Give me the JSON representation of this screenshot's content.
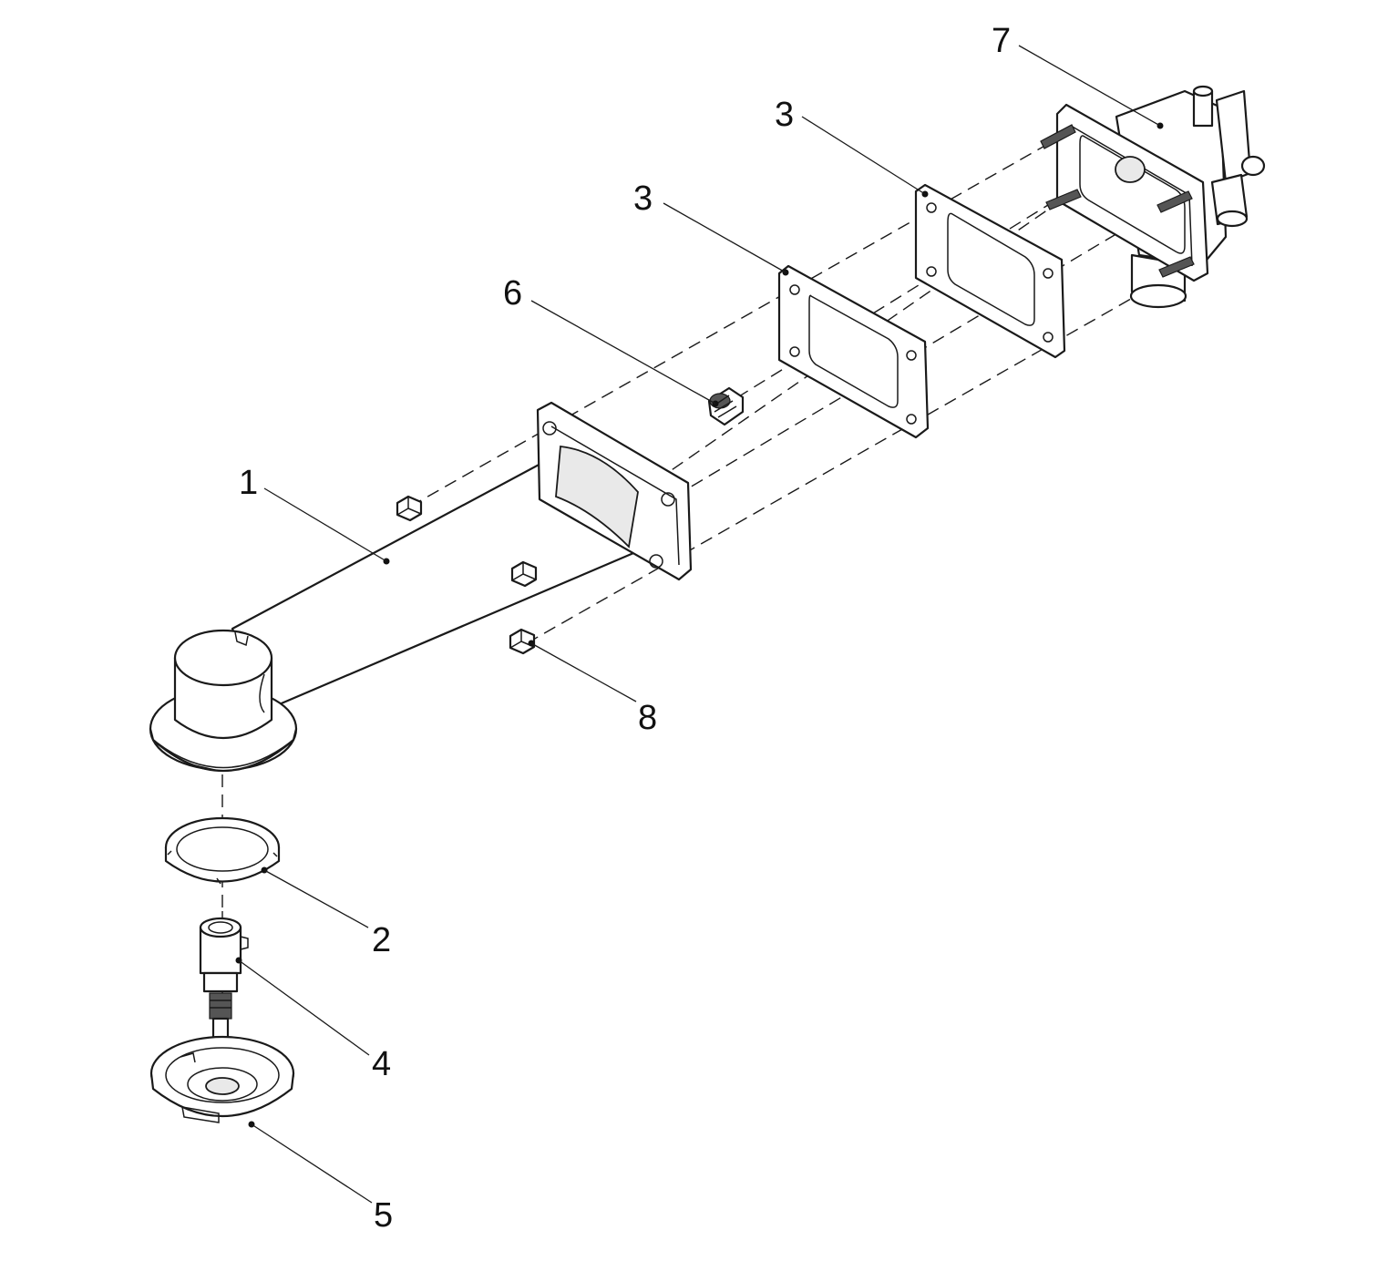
{
  "diagram": {
    "callouts": [
      {
        "id": "part-1",
        "label": "1"
      },
      {
        "id": "part-2",
        "label": "2"
      },
      {
        "id": "part-3a",
        "label": "3"
      },
      {
        "id": "part-3b",
        "label": "3"
      },
      {
        "id": "part-4",
        "label": "4"
      },
      {
        "id": "part-5",
        "label": "5"
      },
      {
        "id": "part-6",
        "label": "6"
      },
      {
        "id": "part-7",
        "label": "7"
      },
      {
        "id": "part-8",
        "label": "8"
      }
    ]
  }
}
